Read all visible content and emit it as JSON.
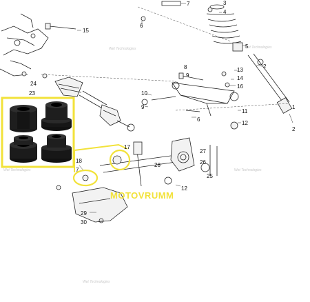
{
  "brand_label": "MOTOVRUMM",
  "watermark_text": "Wet Technologies",
  "highlight_color": "#f2e23a",
  "inset_product": "bushing-set-4",
  "callouts": {
    "c1": "1",
    "c2": "2",
    "c2b": "2",
    "c3": "3",
    "c4": "4",
    "c5": "5",
    "c6": "6",
    "c6b": "6",
    "c7": "7",
    "c7b": "7",
    "c8": "8",
    "c9": "9",
    "c10": "10",
    "c11": "11",
    "c12": "12",
    "c12b": "12",
    "c13": "13",
    "c14": "14",
    "c15": "15",
    "c16": "16",
    "c17": "17",
    "c18": "18",
    "c23": "23",
    "c24": "24",
    "c25": "25",
    "c26": "26",
    "c27": "27",
    "c28": "28",
    "c29": "29",
    "c30": "30"
  }
}
